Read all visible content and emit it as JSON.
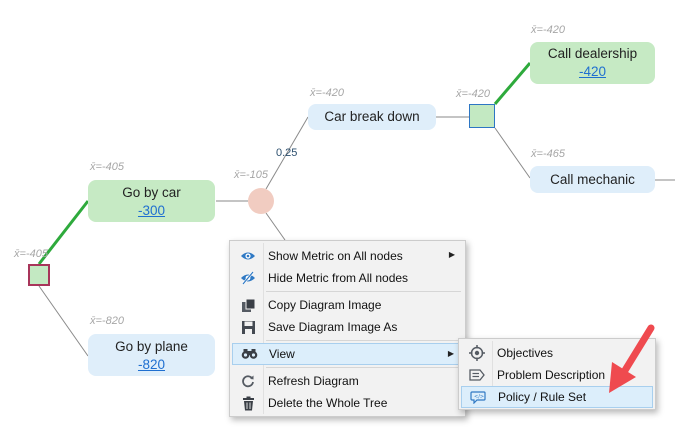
{
  "colors": {
    "edge_gray": "#8a8a8a",
    "edge_selected": "#2eaa3c",
    "node_green": "#c6eac4",
    "node_blue": "#dfeefa",
    "metric_link": "#1f6fd0",
    "arrow_red": "#ef4a4f",
    "menu_bg": "#f2f2f2",
    "highlight": "#dceefb"
  },
  "tree": {
    "root": {
      "ev": "x̄=-405"
    },
    "go_by_car": {
      "ev": "x̄=-405",
      "label": "Go by car",
      "metric": "-300"
    },
    "go_by_plane": {
      "ev": "x̄=-820",
      "label": "Go by plane",
      "metric": "-820"
    },
    "chance": {
      "ev": "x̄=-105",
      "probability": "0.25"
    },
    "car_break_down": {
      "ev": "x̄=-420",
      "label": "Car break down"
    },
    "decision2": {
      "ev": "x̄=-420"
    },
    "call_dealership": {
      "ev": "x̄=-420",
      "label": "Call dealership",
      "metric": "-420"
    },
    "call_mechanic": {
      "ev": "x̄=-465",
      "label": "Call mechanic"
    }
  },
  "context_menu": {
    "items": [
      {
        "label": "Show Metric on All nodes",
        "icon": "eye-icon",
        "submenu": true
      },
      {
        "label": "Hide Metric from All nodes",
        "icon": "eye-slash-icon",
        "submenu": false
      },
      {
        "label": "Copy Diagram Image",
        "icon": "copy-icon",
        "submenu": false
      },
      {
        "label": "Save Diagram Image As",
        "icon": "save-icon",
        "submenu": false
      },
      {
        "label": "View",
        "icon": "binoculars-icon",
        "submenu": true
      },
      {
        "label": "Refresh Diagram",
        "icon": "refresh-icon",
        "submenu": false
      },
      {
        "label": "Delete the Whole Tree",
        "icon": "trash-icon",
        "submenu": false
      }
    ]
  },
  "view_submenu": {
    "items": [
      {
        "label": "Objectives",
        "icon": "target-icon"
      },
      {
        "label": "Problem Description",
        "icon": "description-icon"
      },
      {
        "label": "Policy / Rule Set",
        "icon": "policy-icon",
        "highlighted": true
      }
    ]
  }
}
